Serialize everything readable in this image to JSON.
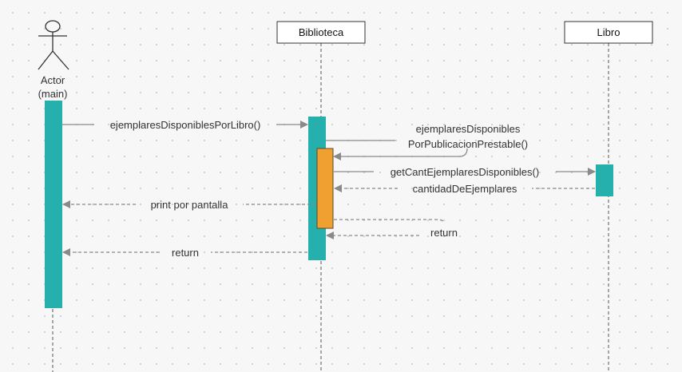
{
  "actor": {
    "label_line1": "Actor",
    "label_line2": "(main)"
  },
  "participants": {
    "biblioteca": "Biblioteca",
    "libro": "Libro"
  },
  "messages": {
    "m1": "ejemplaresDisponiblesPorLibro()",
    "m2_line1": "ejemplaresDisponibles",
    "m2_line2": "PorPublicacionPrestable()",
    "m3": "getCantEjemplaresDisponibles()",
    "m4": "cantidadDeEjemplares",
    "m5": "print por pantalla",
    "m6": "return",
    "m7": "return"
  },
  "colors": {
    "activation_teal": "#26b0ad",
    "activation_orange": "#f0a030",
    "arrow": "#8a8a8a",
    "background": "#f7f7f7"
  }
}
